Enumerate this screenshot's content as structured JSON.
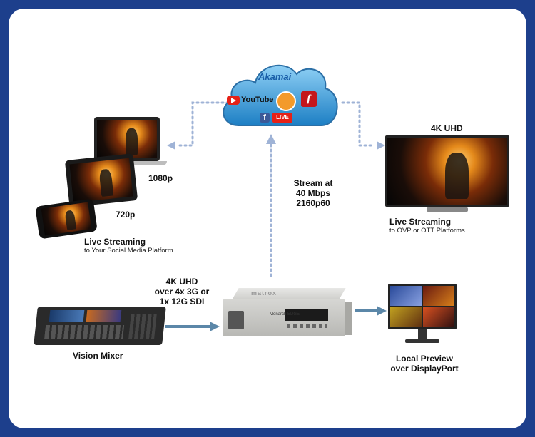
{
  "cloud": {
    "akamai": "Akamai",
    "youtube": "YouTube",
    "live": "LIVE",
    "facebook": "f"
  },
  "left_devices": {
    "laptop_res": "1080p",
    "tablet_res": "720p",
    "title": "Live Streaming",
    "subtitle": "to Your Social Media Platform"
  },
  "tv": {
    "title": "4K UHD",
    "streaming_title": "Live Streaming",
    "streaming_subtitle": "to OVP or OTT Platforms"
  },
  "stream": {
    "line1": "Stream at",
    "line2": "40 Mbps",
    "line3": "2160p60"
  },
  "input": {
    "line1": "4K UHD",
    "line2": "over 4x 3G or",
    "line3": "1x 12G SDI"
  },
  "device": {
    "brand": "matrox",
    "model": "Monarch EDGE"
  },
  "mixer": {
    "label": "Vision Mixer"
  },
  "monitor": {
    "line1": "Local Preview",
    "line2": "over DisplayPort"
  },
  "colors": {
    "frame": "#1d3f8c",
    "cloud": "#3aa0d8",
    "arrow": "#5b87a8",
    "dotted": "#9fb3d6"
  }
}
